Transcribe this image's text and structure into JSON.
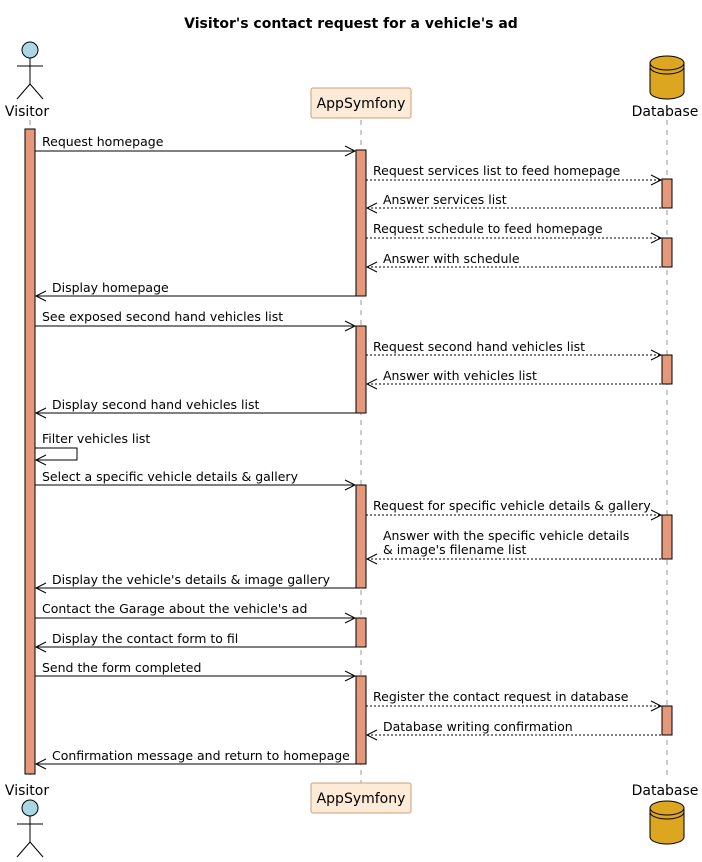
{
  "title": "Visitor's contact request for a vehicle's ad",
  "participants": {
    "visitor": {
      "label": "Visitor"
    },
    "app": {
      "label": "AppSymfony"
    },
    "db": {
      "label": "Database"
    }
  },
  "colors": {
    "activation": "#E5987A",
    "actor_fill": "#A9D7E6",
    "participant_fill": "#FDEBD7",
    "database_fill": "#DDA621"
  },
  "messages": [
    {
      "text": "Request homepage"
    },
    {
      "text": "Request services list to feed homepage"
    },
    {
      "text": "Answer services list"
    },
    {
      "text": "Request schedule to feed homepage"
    },
    {
      "text": "Answer with schedule"
    },
    {
      "text": "Display homepage"
    },
    {
      "text": "See exposed second hand vehicles list"
    },
    {
      "text": "Request second hand vehicles list"
    },
    {
      "text": "Answer with vehicles list"
    },
    {
      "text": "Display second hand vehicles list"
    },
    {
      "text": "Filter vehicles list"
    },
    {
      "text": "Select a specific vehicle details & gallery"
    },
    {
      "text": "Request for specific vehicle details & gallery"
    },
    {
      "text": "Answer with the specific vehicle details",
      "text2": "& image's filename list"
    },
    {
      "text": "Display the vehicle's details & image gallery"
    },
    {
      "text": "Contact the Garage about the vehicle's ad"
    },
    {
      "text": "Display the contact form to fil"
    },
    {
      "text": "Send the form completed"
    },
    {
      "text": "Register the contact request in database"
    },
    {
      "text": "Database writing confirmation"
    },
    {
      "text": "Confirmation message and return to homepage"
    }
  ]
}
